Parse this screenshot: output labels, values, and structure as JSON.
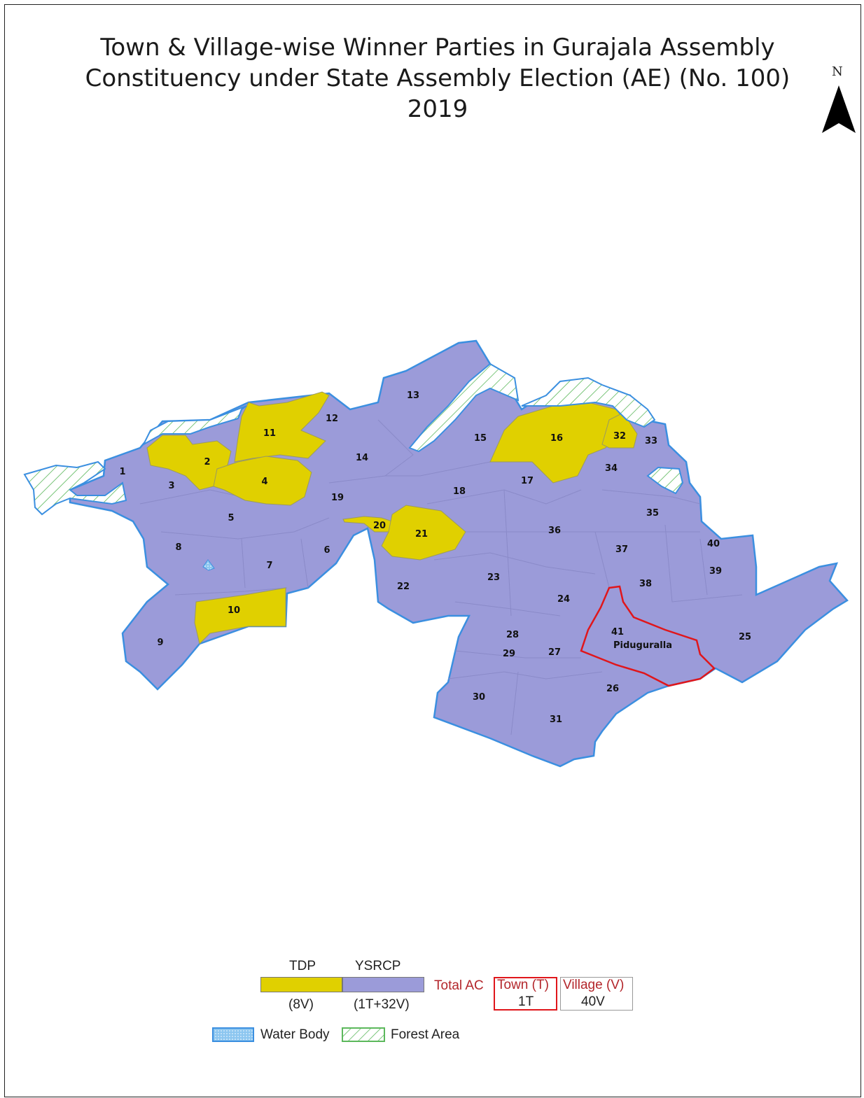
{
  "title": {
    "line1": "Town & Village-wise Winner Parties in Gurajala Assembly",
    "line2": "Constituency under State Assembly Election (AE) (No. 100)",
    "line3": "2019"
  },
  "north": {
    "label": "N",
    "icon": "north-arrow-icon"
  },
  "colors": {
    "TDP": "#e0d000",
    "YSRCP": "#9b9bd9",
    "boundary": "#3b8fe0",
    "town_boundary": "#e0161b",
    "forest_hatch": "#5cb85c"
  },
  "regions": [
    {
      "id": "1",
      "party": "YSRCP"
    },
    {
      "id": "2",
      "party": "TDP"
    },
    {
      "id": "3",
      "party": "YSRCP"
    },
    {
      "id": "4",
      "party": "TDP"
    },
    {
      "id": "5",
      "party": "YSRCP"
    },
    {
      "id": "6",
      "party": "YSRCP"
    },
    {
      "id": "7",
      "party": "YSRCP"
    },
    {
      "id": "8",
      "party": "YSRCP"
    },
    {
      "id": "9",
      "party": "YSRCP"
    },
    {
      "id": "10",
      "party": "TDP"
    },
    {
      "id": "11",
      "party": "TDP"
    },
    {
      "id": "12",
      "party": "YSRCP"
    },
    {
      "id": "13",
      "party": "YSRCP"
    },
    {
      "id": "14",
      "party": "YSRCP"
    },
    {
      "id": "15",
      "party": "YSRCP"
    },
    {
      "id": "16",
      "party": "TDP"
    },
    {
      "id": "17",
      "party": "YSRCP"
    },
    {
      "id": "18",
      "party": "YSRCP"
    },
    {
      "id": "19",
      "party": "YSRCP"
    },
    {
      "id": "20",
      "party": "TDP"
    },
    {
      "id": "21",
      "party": "TDP"
    },
    {
      "id": "22",
      "party": "YSRCP"
    },
    {
      "id": "23",
      "party": "YSRCP"
    },
    {
      "id": "24",
      "party": "YSRCP"
    },
    {
      "id": "25",
      "party": "YSRCP"
    },
    {
      "id": "26",
      "party": "YSRCP"
    },
    {
      "id": "27",
      "party": "YSRCP"
    },
    {
      "id": "28",
      "party": "YSRCP"
    },
    {
      "id": "29",
      "party": "YSRCP"
    },
    {
      "id": "30",
      "party": "YSRCP"
    },
    {
      "id": "31",
      "party": "YSRCP"
    },
    {
      "id": "32",
      "party": "TDP"
    },
    {
      "id": "33",
      "party": "YSRCP"
    },
    {
      "id": "34",
      "party": "YSRCP"
    },
    {
      "id": "35",
      "party": "YSRCP"
    },
    {
      "id": "36",
      "party": "YSRCP"
    },
    {
      "id": "37",
      "party": "YSRCP"
    },
    {
      "id": "38",
      "party": "YSRCP"
    },
    {
      "id": "39",
      "party": "YSRCP"
    },
    {
      "id": "40",
      "party": "YSRCP"
    },
    {
      "id": "41",
      "party": "YSRCP",
      "town": "Piduguralla"
    }
  ],
  "legend": {
    "tdp_label": "TDP",
    "ysrcp_label": "YSRCP",
    "tdp_count": "(8V)",
    "ysrcp_count": "(1T+32V)",
    "total_ac": "Total AC",
    "town_header": "Town (T)",
    "town_value": "1T",
    "village_header": "Village (V)",
    "village_value": "40V",
    "water_body": "Water Body",
    "forest_area": "Forest Area"
  }
}
